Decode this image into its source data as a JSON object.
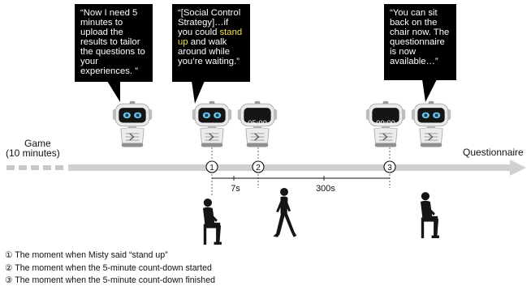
{
  "bubbles": {
    "b1": "“Now I need 5 minutes to upload the results to tailor the questions to your experiences. ”",
    "b2_pre": "“[Social Control Strategy]…if you could ",
    "b2_hl": "stand up",
    "b2_post": " and walk around while you’re waiting.”",
    "b3": "“You can sit back on the chair now. The questionnaire is now available…”"
  },
  "robot_screens": {
    "r3": "05:00",
    "r4": "00:00"
  },
  "timeline": {
    "game_label": "Game",
    "game_duration": "(10 minutes)",
    "end_label": "Questionnaire",
    "markers": [
      "1",
      "2",
      "3"
    ],
    "interval_1": "7s",
    "interval_2": "300s"
  },
  "colors": {
    "bubble": "#000000",
    "highlight": "#f2e23c",
    "arrow": "#d0d0d0",
    "dash": "#c8c8c8"
  },
  "notes": [
    "① The moment when Misty said “stand up”",
    "② The moment when the 5-minute count-down started",
    "③ The moment when the 5-minute count-down finished"
  ]
}
